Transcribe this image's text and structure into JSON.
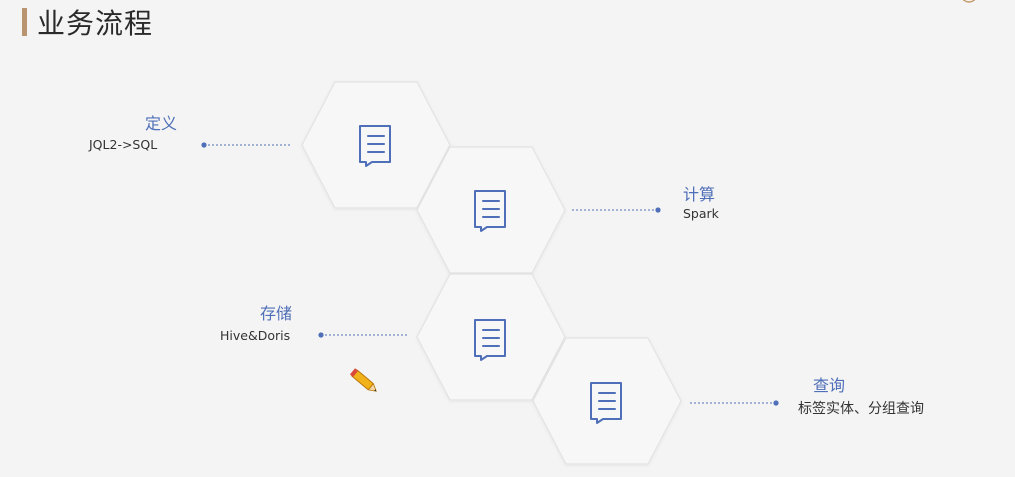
{
  "page": {
    "title": "业务流程"
  },
  "steps": [
    {
      "title": "定义",
      "desc": "JQL2->SQL",
      "icon": "document-list-icon"
    },
    {
      "title": "计算",
      "desc": "Spark",
      "icon": "document-list-icon"
    },
    {
      "title": "存储",
      "desc": "Hive&Doris",
      "icon": "document-list-icon"
    },
    {
      "title": "查询",
      "desc": "标签实体、分组查询",
      "icon": "document-list-icon"
    }
  ],
  "colors": {
    "accent": "#4f6fb8",
    "title_bar": "#b89470",
    "hex_fill": "#f6f6f6",
    "hex_stroke": "#e4e4e4",
    "connector": "#4f6fb8"
  },
  "decor": {
    "pencil": "pencil-icon",
    "logo": "brand-logo"
  }
}
